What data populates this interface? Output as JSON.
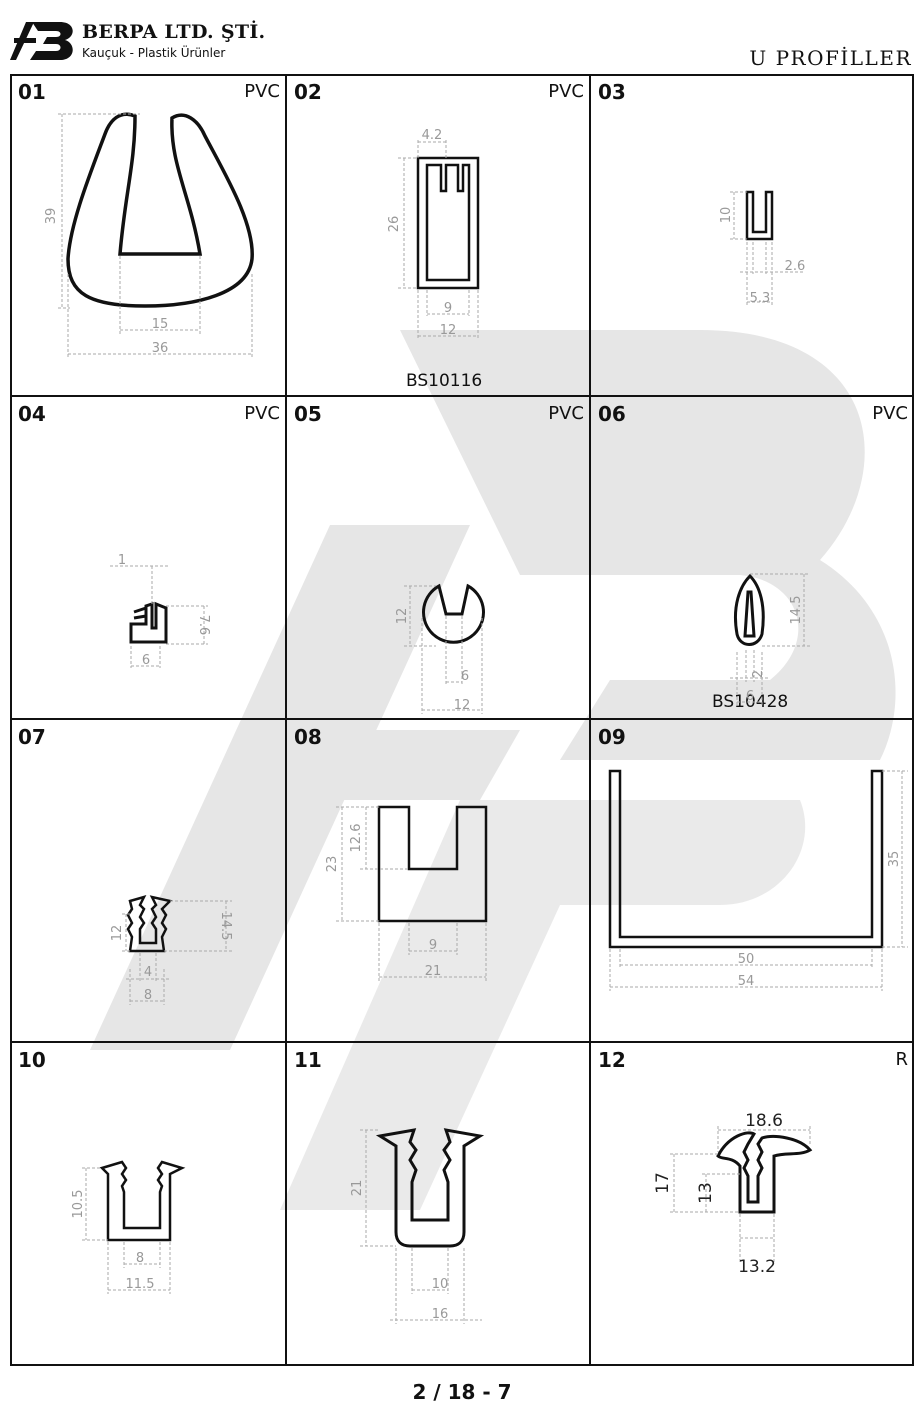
{
  "header": {
    "company": "BERPA LTD. ŞTİ.",
    "tagline": "Kauçuk - Plastik Ürünler",
    "section_title": "U  PROFİLLER"
  },
  "cells": [
    {
      "num": "01",
      "material": "PVC",
      "code": "",
      "dims": [
        "39",
        "15",
        "36"
      ]
    },
    {
      "num": "02",
      "material": "PVC",
      "code": "BS10116",
      "dims": [
        "4.2",
        "26",
        "9",
        "12"
      ]
    },
    {
      "num": "03",
      "material": "",
      "code": "",
      "dims": [
        "10",
        "2.6",
        "5.3"
      ]
    },
    {
      "num": "04",
      "material": "PVC",
      "code": "",
      "dims": [
        "1",
        "7.6",
        "6"
      ]
    },
    {
      "num": "05",
      "material": "PVC",
      "code": "",
      "dims": [
        "12",
        "6",
        "12"
      ]
    },
    {
      "num": "06",
      "material": "PVC",
      "code": "BS10428",
      "dims": [
        "14.5",
        "2",
        "6"
      ]
    },
    {
      "num": "07",
      "material": "",
      "code": "",
      "dims": [
        "12",
        "14.5",
        "4",
        "8"
      ]
    },
    {
      "num": "08",
      "material": "",
      "code": "",
      "dims": [
        "23",
        "12.6",
        "9",
        "21"
      ]
    },
    {
      "num": "09",
      "material": "",
      "code": "",
      "dims": [
        "35",
        "50",
        "54"
      ]
    },
    {
      "num": "10",
      "material": "",
      "code": "",
      "dims": [
        "10.5",
        "8",
        "11.5"
      ]
    },
    {
      "num": "11",
      "material": "",
      "code": "",
      "dims": [
        "21",
        "10",
        "16"
      ]
    },
    {
      "num": "12",
      "material": "R",
      "code": "",
      "dims": [
        "18.6",
        "17",
        "13",
        "13.2"
      ]
    }
  ],
  "footer": {
    "page": "2 / 18 - 7"
  }
}
